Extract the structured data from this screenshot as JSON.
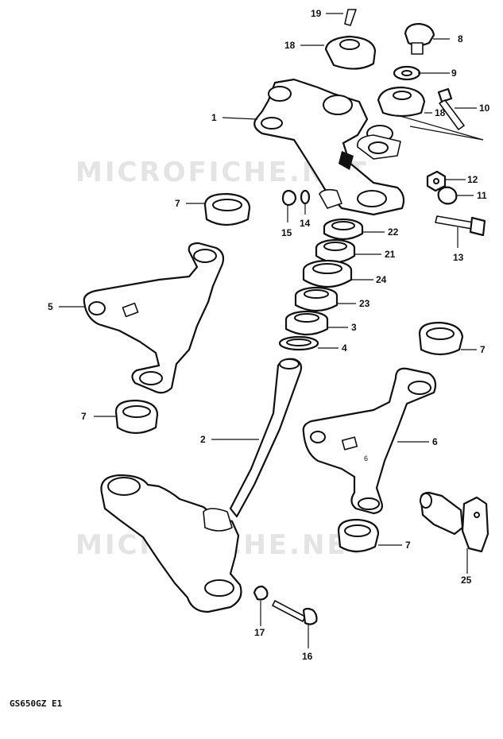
{
  "diagram": {
    "watermark": "MICROFICHE.NET",
    "model_code": "GS650GZ E1",
    "labels": {
      "p1": "1",
      "p2": "2",
      "p3": "3",
      "p4": "4",
      "p5": "5",
      "p6": "6",
      "p7a": "7",
      "p7b": "7",
      "p7c": "7",
      "p7d": "7",
      "p8": "8",
      "p9": "9",
      "p10": "10",
      "p11": "11",
      "p12": "12",
      "p13": "13",
      "p14": "14",
      "p15": "15",
      "p16": "16",
      "p17": "17",
      "p18a": "18",
      "p18b": "18",
      "p19": "19",
      "p21": "21",
      "p22": "22",
      "p23": "23",
      "p24": "24",
      "p25": "25"
    }
  }
}
